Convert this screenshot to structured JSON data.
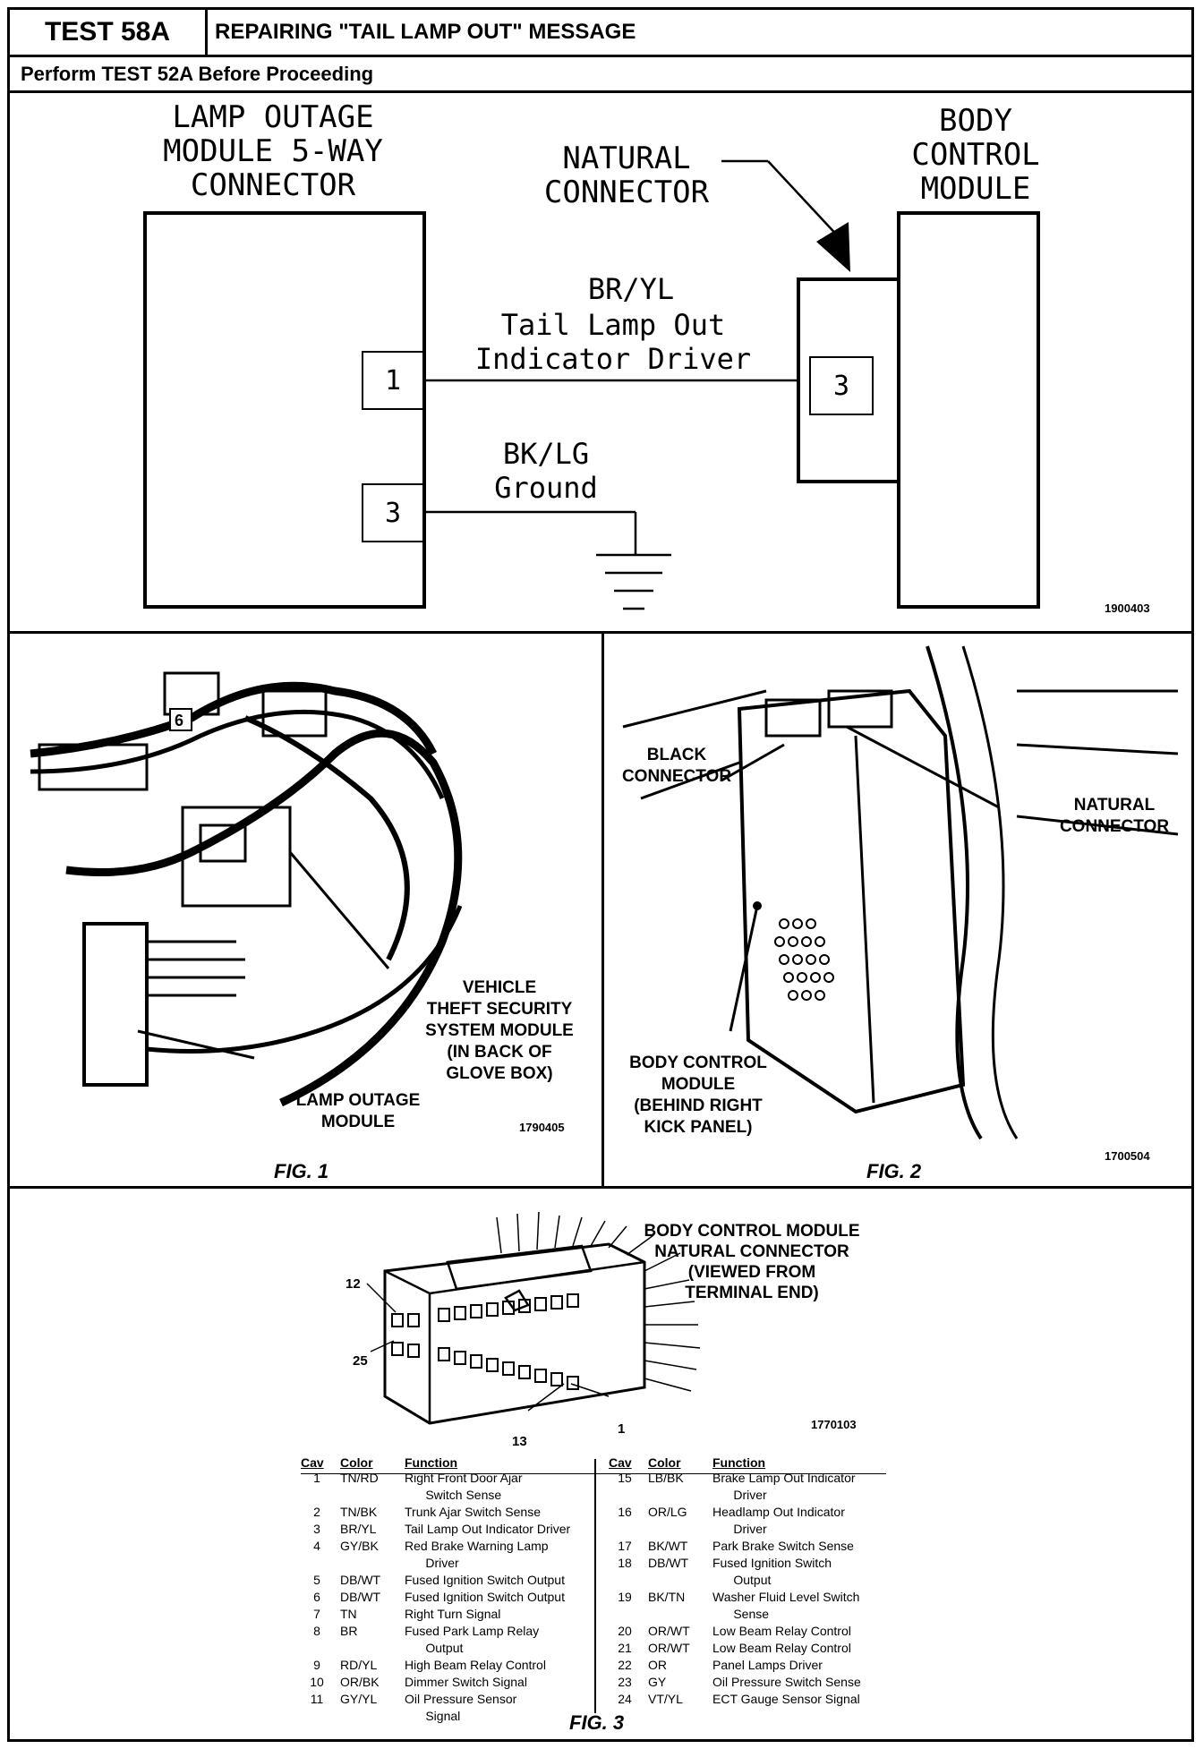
{
  "header": {
    "test_id": "TEST 58A",
    "title": "REPAIRING \"TAIL LAMP OUT\" MESSAGE",
    "subtitle": "Perform TEST 52A Before Proceeding"
  },
  "schematic": {
    "left_module_title": "LAMP OUTAGE\nMODULE 5-WAY\nCONNECTOR",
    "natural_connector_label": "NATURAL\nCONNECTOR",
    "right_module_title": "BODY\nCONTROL\nMODULE",
    "left_pin_1": "1",
    "left_pin_3": "3",
    "right_pin_3": "3",
    "wire1_color": "BR/YL",
    "wire1_function": "Tail Lamp Out\nIndicator Driver",
    "wire2_color": "BK/LG",
    "wire2_function": "Ground",
    "ref_no": "1900403"
  },
  "fig1": {
    "caption": "FIG. 1",
    "label_vtss": "VEHICLE\nTHEFT SECURITY\nSYSTEM MODULE\n(IN BACK OF\nGLOVE BOX)",
    "label_lamp_outage": "LAMP OUTAGE\nMODULE",
    "ref_no": "1790405",
    "callout_number": "6"
  },
  "fig2": {
    "caption": "FIG. 2",
    "label_black": "BLACK\nCONNECTOR",
    "label_natural": "NATURAL\nCONNECTOR",
    "label_bcm": "BODY CONTROL\nMODULE\n(BEHIND RIGHT\nKICK PANEL)",
    "ref_no": "1700504"
  },
  "fig3": {
    "caption": "FIG. 3",
    "title": "BODY CONTROL MODULE\nNATURAL CONNECTOR\n(VIEWED FROM\nTERMINAL END)",
    "pin_12": "12",
    "pin_25": "25",
    "pin_13": "13",
    "pin_1": "1",
    "ref_no": "1770103",
    "headers": {
      "cav": "Cav",
      "color": "Color",
      "function": "Function"
    },
    "left_rows": [
      {
        "cav": "1",
        "color": "TN/RD",
        "function": "Right Front Door Ajar\n      Switch Sense"
      },
      {
        "cav": "2",
        "color": "TN/BK",
        "function": "Trunk Ajar Switch Sense"
      },
      {
        "cav": "3",
        "color": "BR/YL",
        "function": "Tail Lamp Out Indicator Driver"
      },
      {
        "cav": "4",
        "color": "GY/BK",
        "function": "Red Brake Warning Lamp\n      Driver"
      },
      {
        "cav": "5",
        "color": "DB/WT",
        "function": "Fused Ignition Switch Output"
      },
      {
        "cav": "6",
        "color": "DB/WT",
        "function": "Fused Ignition Switch Output"
      },
      {
        "cav": "7",
        "color": "TN",
        "function": "Right Turn Signal"
      },
      {
        "cav": "8",
        "color": "BR",
        "function": "Fused Park Lamp Relay\n      Output"
      },
      {
        "cav": "9",
        "color": "RD/YL",
        "function": "High Beam Relay Control"
      },
      {
        "cav": "10",
        "color": "OR/BK",
        "function": "Dimmer Switch Signal"
      },
      {
        "cav": "11",
        "color": "GY/YL",
        "function": "Oil Pressure Sensor\n      Signal"
      }
    ],
    "right_rows": [
      {
        "cav": "15",
        "color": "LB/BK",
        "function": "Brake Lamp Out Indicator\n      Driver"
      },
      {
        "cav": "16",
        "color": "OR/LG",
        "function": "Headlamp Out Indicator\n      Driver"
      },
      {
        "cav": "17",
        "color": "BK/WT",
        "function": "Park Brake Switch Sense"
      },
      {
        "cav": "18",
        "color": "DB/WT",
        "function": "Fused Ignition Switch\n      Output"
      },
      {
        "cav": "19",
        "color": "BK/TN",
        "function": "Washer Fluid Level Switch\n      Sense"
      },
      {
        "cav": "20",
        "color": "OR/WT",
        "function": "Low Beam Relay Control"
      },
      {
        "cav": "21",
        "color": "OR/WT",
        "function": "Low Beam Relay Control"
      },
      {
        "cav": "22",
        "color": "OR",
        "function": "Panel Lamps Driver"
      },
      {
        "cav": "23",
        "color": "GY",
        "function": "Oil Pressure Switch Sense"
      },
      {
        "cav": "24",
        "color": "VT/YL",
        "function": "ECT Gauge Sensor Signal"
      }
    ]
  }
}
